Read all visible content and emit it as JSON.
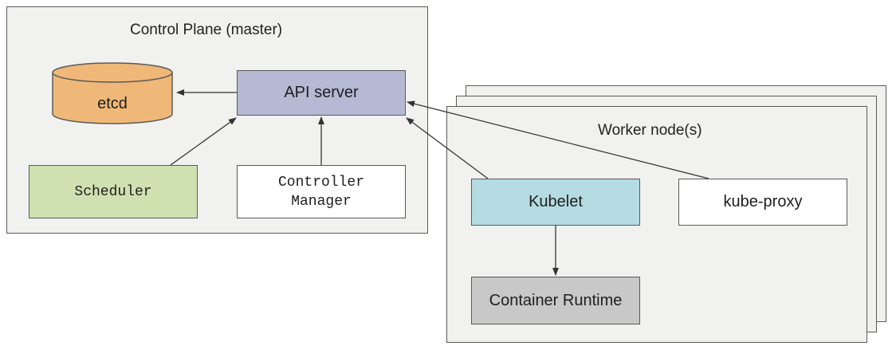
{
  "control_plane": {
    "title": "Control Plane (master)",
    "components": {
      "etcd": "etcd",
      "api_server": "API server",
      "scheduler": "Scheduler",
      "controller_manager": [
        "Controller",
        "Manager"
      ]
    }
  },
  "worker": {
    "title": "Worker node(s)",
    "components": {
      "kubelet": "Kubelet",
      "kube_proxy": "kube-proxy",
      "container_runtime": "Container Runtime"
    }
  },
  "colors": {
    "panel_fill": "#f1f1f0",
    "etcd_fill": "#f0b878",
    "api_server_fill": "#b5b9d4",
    "scheduler_fill": "#cfe1b0",
    "kubelet_fill": "#b4dce2",
    "runtime_fill": "#c8c8c8",
    "plain_fill": "#ffffff"
  },
  "connections": [
    {
      "from": "API server",
      "to": "etcd"
    },
    {
      "from": "Scheduler",
      "to": "API server"
    },
    {
      "from": "Controller Manager",
      "to": "API server"
    },
    {
      "from": "Kubelet",
      "to": "API server"
    },
    {
      "from": "kube-proxy",
      "to": "API server"
    },
    {
      "from": "Kubelet",
      "to": "Container Runtime"
    }
  ]
}
